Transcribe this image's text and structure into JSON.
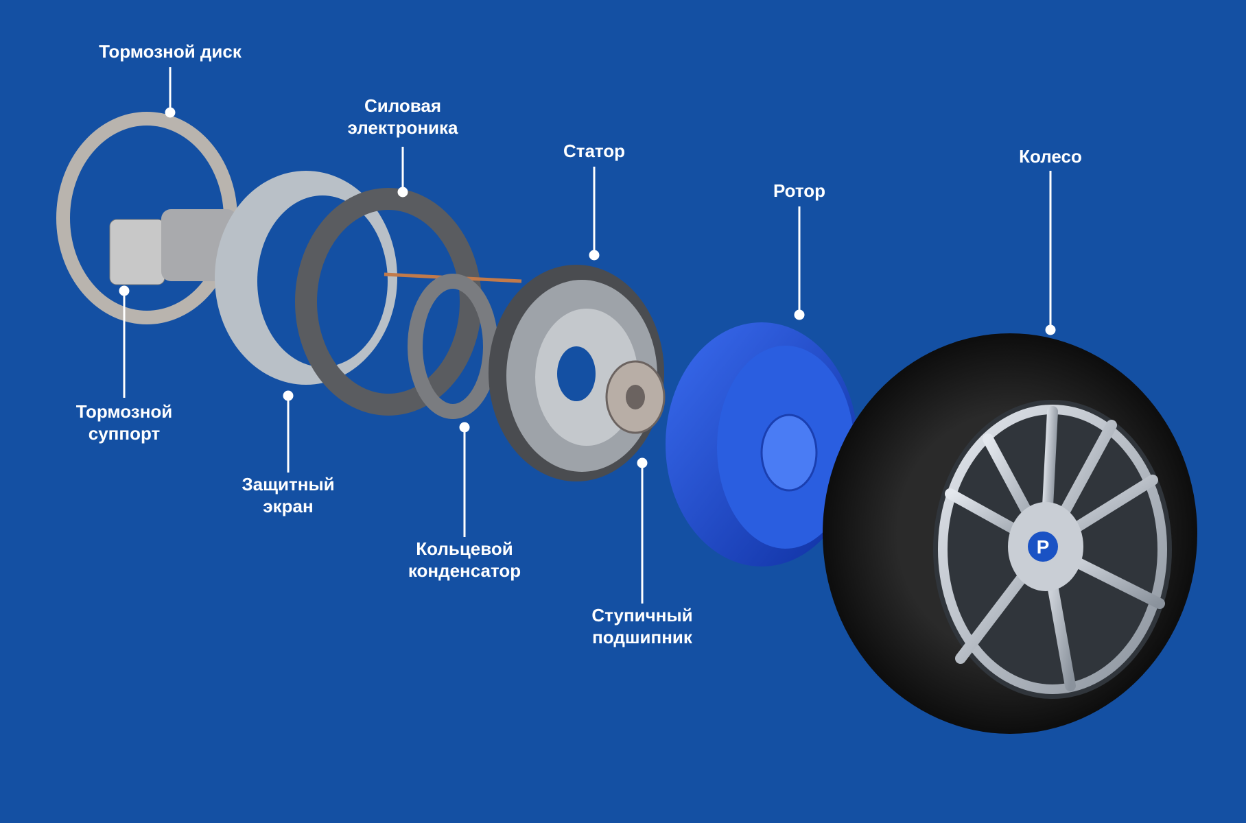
{
  "colors": {
    "background": "#1450a3",
    "rotor": "#2456d6",
    "label": "#ffffff"
  },
  "labels": {
    "brake_disc": [
      "Тормозной диск"
    ],
    "power_electronics": [
      "Силовая",
      "электроника"
    ],
    "stator": [
      "Статор"
    ],
    "rotor": [
      "Ротор"
    ],
    "wheel": [
      "Колесо"
    ],
    "brake_caliper": [
      "Тормозной",
      "суппорт"
    ],
    "shield": [
      "Защитный",
      "экран"
    ],
    "ring_capacitor": [
      "Кольцевой",
      "конденсатор"
    ],
    "hub_bearing": [
      "Ступичный",
      "подшипник"
    ]
  },
  "logo": "P"
}
